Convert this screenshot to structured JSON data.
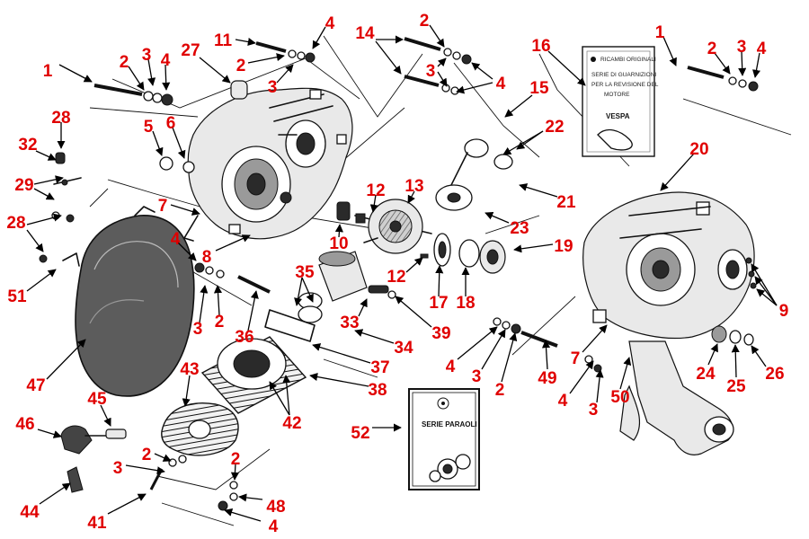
{
  "colors": {
    "label": "#e00000",
    "arrow": "#000000",
    "drawing": "#111111",
    "paper": "#ffffff"
  },
  "kits": {
    "gasket_set": {
      "header": "RICAMBI ORIGINALI",
      "lines": [
        "SERIE DI GUARNIZIONI",
        "PER LA REVISIONE DEL",
        "MOTORE"
      ],
      "brand": "VESPA"
    },
    "oil_seal_set": {
      "title": "SERIE PARAOLI"
    }
  },
  "callouts": [
    {
      "text": "1"
    },
    {
      "text": "2"
    },
    {
      "text": "3"
    },
    {
      "text": "4"
    },
    {
      "text": "5"
    },
    {
      "text": "6"
    },
    {
      "text": "27"
    },
    {
      "text": "11"
    },
    {
      "text": "2"
    },
    {
      "text": "3"
    },
    {
      "text": "4"
    },
    {
      "text": "14"
    },
    {
      "text": "2"
    },
    {
      "text": "3"
    },
    {
      "text": "4"
    },
    {
      "text": "16"
    },
    {
      "text": "15"
    },
    {
      "text": "22"
    },
    {
      "text": "21"
    },
    {
      "text": "23"
    },
    {
      "text": "1"
    },
    {
      "text": "2"
    },
    {
      "text": "3"
    },
    {
      "text": "4"
    },
    {
      "text": "20"
    },
    {
      "text": "28"
    },
    {
      "text": "32"
    },
    {
      "text": "29"
    },
    {
      "text": "28"
    },
    {
      "text": "51"
    },
    {
      "text": "7"
    },
    {
      "text": "8"
    },
    {
      "text": "4"
    },
    {
      "text": "3"
    },
    {
      "text": "2"
    },
    {
      "text": "36"
    },
    {
      "text": "12"
    },
    {
      "text": "13"
    },
    {
      "text": "10"
    },
    {
      "text": "12"
    },
    {
      "text": "17"
    },
    {
      "text": "18"
    },
    {
      "text": "19"
    },
    {
      "text": "35"
    },
    {
      "text": "33"
    },
    {
      "text": "39"
    },
    {
      "text": "34"
    },
    {
      "text": "37"
    },
    {
      "text": "38"
    },
    {
      "text": "42"
    },
    {
      "text": "47"
    },
    {
      "text": "43"
    },
    {
      "text": "45"
    },
    {
      "text": "46"
    },
    {
      "text": "2"
    },
    {
      "text": "3"
    },
    {
      "text": "44"
    },
    {
      "text": "41"
    },
    {
      "text": "2"
    },
    {
      "text": "48"
    },
    {
      "text": "4"
    },
    {
      "text": "52"
    },
    {
      "text": "4"
    },
    {
      "text": "3"
    },
    {
      "text": "2"
    },
    {
      "text": "49"
    },
    {
      "text": "7"
    },
    {
      "text": "4"
    },
    {
      "text": "3"
    },
    {
      "text": "50"
    },
    {
      "text": "9"
    },
    {
      "text": "24"
    },
    {
      "text": "25"
    },
    {
      "text": "26"
    }
  ]
}
